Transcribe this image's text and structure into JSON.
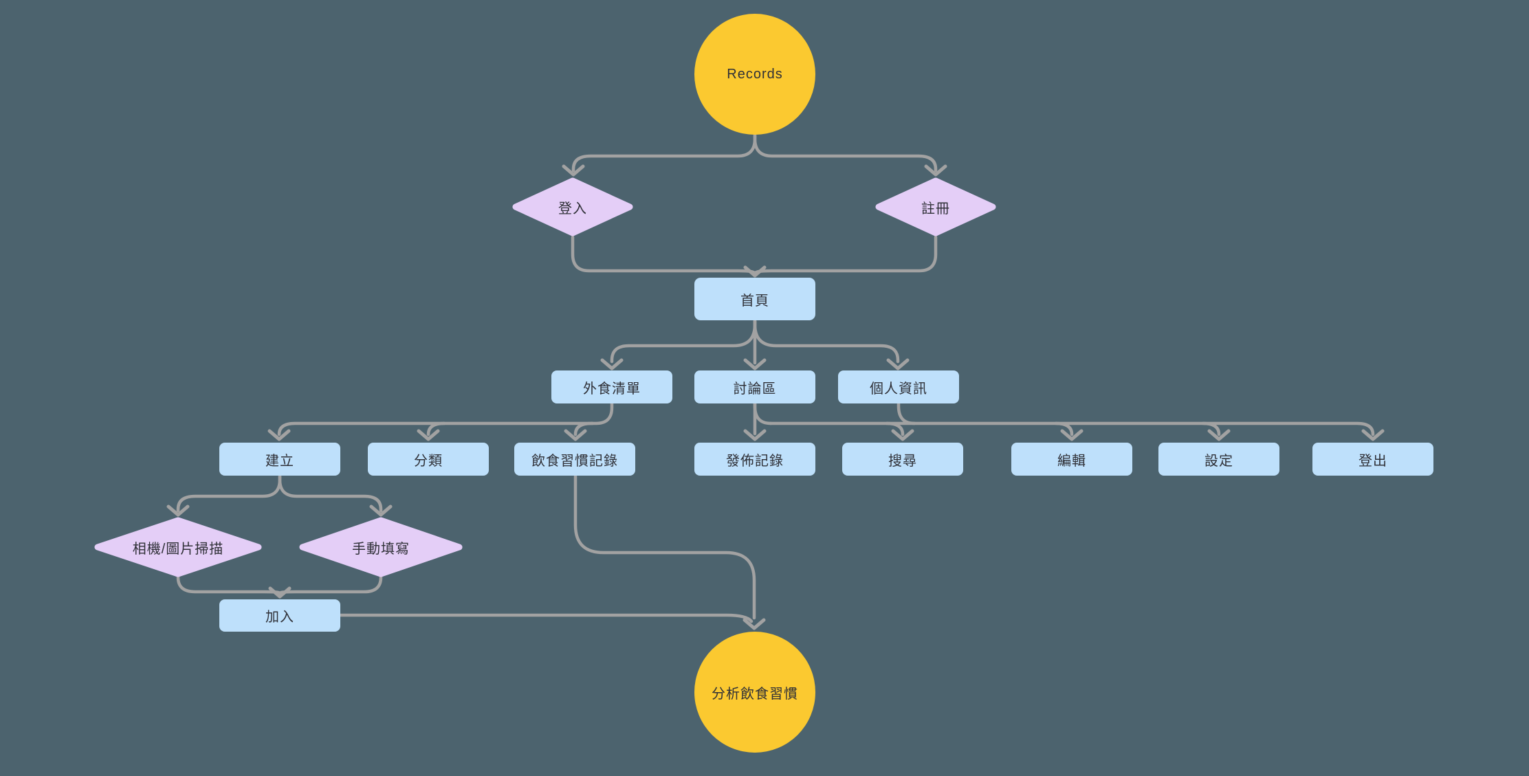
{
  "colors": {
    "background": "#4C636E",
    "node_blue": "#BEE0FB",
    "node_purple": "#E4CEF7",
    "node_yellow": "#FBC930",
    "connector_gray": "#A2A2A2",
    "text_dark": "#2F3037"
  },
  "diagram": {
    "nodes": {
      "records": {
        "label": "Records",
        "shape": "circle"
      },
      "login": {
        "label": "登入",
        "shape": "diamond"
      },
      "register": {
        "label": "註冊",
        "shape": "diamond"
      },
      "home": {
        "label": "首頁",
        "shape": "rect"
      },
      "eatout": {
        "label": "外食清單",
        "shape": "rect"
      },
      "forum": {
        "label": "討論區",
        "shape": "rect"
      },
      "profile": {
        "label": "個人資訊",
        "shape": "rect"
      },
      "create": {
        "label": "建立",
        "shape": "rect"
      },
      "category": {
        "label": "分類",
        "shape": "rect"
      },
      "diet": {
        "label": "飲食習慣記錄",
        "shape": "rect"
      },
      "publish": {
        "label": "發佈記錄",
        "shape": "rect"
      },
      "search": {
        "label": "搜尋",
        "shape": "rect"
      },
      "edit": {
        "label": "編輯",
        "shape": "rect"
      },
      "settings": {
        "label": "設定",
        "shape": "rect"
      },
      "logout": {
        "label": "登出",
        "shape": "rect"
      },
      "camera": {
        "label": "相機/圖片掃描",
        "shape": "diamond"
      },
      "manual": {
        "label": "手動填寫",
        "shape": "diamond"
      },
      "join": {
        "label": "加入",
        "shape": "rect"
      },
      "analyze": {
        "label": "分析飲食習慣",
        "shape": "circle"
      }
    },
    "edges": [
      {
        "from": "records",
        "to": "login"
      },
      {
        "from": "records",
        "to": "register"
      },
      {
        "from": "login",
        "to": "home"
      },
      {
        "from": "register",
        "to": "home"
      },
      {
        "from": "home",
        "to": "eatout"
      },
      {
        "from": "home",
        "to": "forum"
      },
      {
        "from": "home",
        "to": "profile"
      },
      {
        "from": "eatout",
        "to": "create"
      },
      {
        "from": "eatout",
        "to": "category"
      },
      {
        "from": "eatout",
        "to": "diet"
      },
      {
        "from": "forum",
        "to": "publish"
      },
      {
        "from": "forum",
        "to": "search"
      },
      {
        "from": "profile",
        "to": "search"
      },
      {
        "from": "profile",
        "to": "edit"
      },
      {
        "from": "profile",
        "to": "settings"
      },
      {
        "from": "profile",
        "to": "logout"
      },
      {
        "from": "create",
        "to": "camera"
      },
      {
        "from": "create",
        "to": "manual"
      },
      {
        "from": "camera",
        "to": "join"
      },
      {
        "from": "manual",
        "to": "join"
      },
      {
        "from": "diet",
        "to": "analyze"
      },
      {
        "from": "join",
        "to": "analyze"
      }
    ]
  }
}
